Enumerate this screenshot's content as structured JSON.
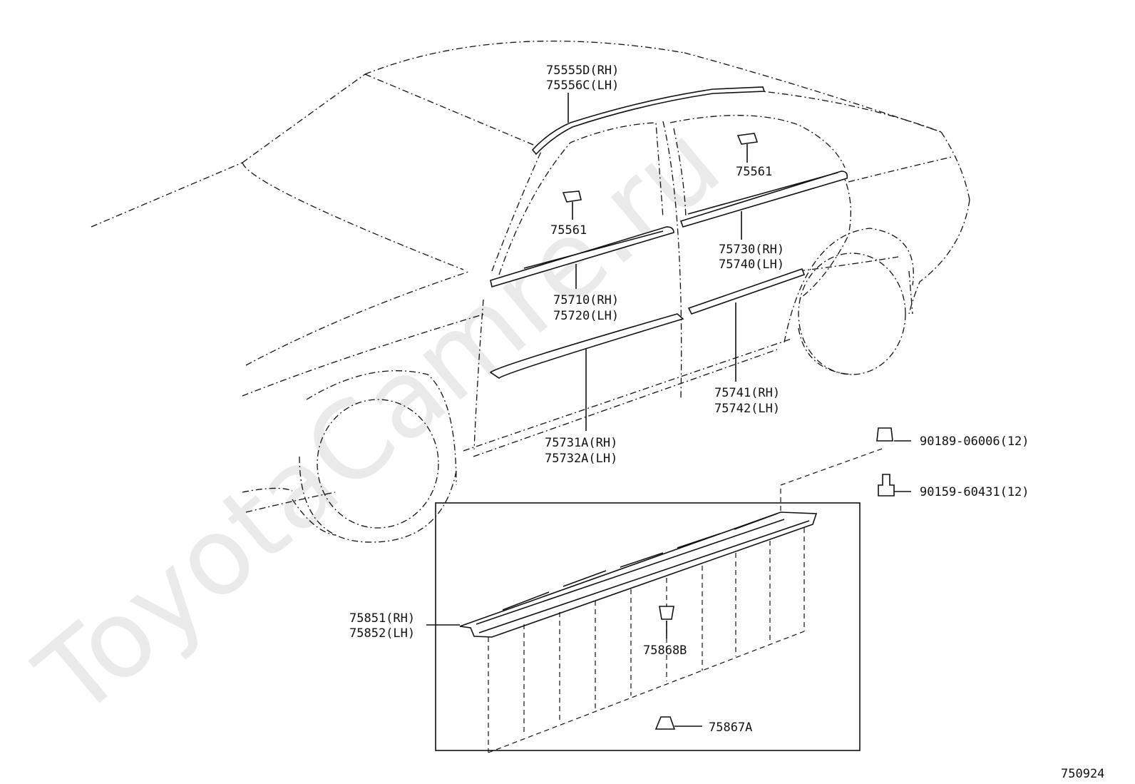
{
  "watermark": "ToyotaCamre.ru",
  "figure_code": "750924",
  "callouts": {
    "roof_molding_rh": "75555D(RH)",
    "roof_molding_lh": "75556C(LH)",
    "clip_front": "75561",
    "clip_rear": "75561",
    "front_belt_rh": "75710(RH)",
    "front_belt_lh": "75720(LH)",
    "rear_belt_rh": "75730(RH)",
    "rear_belt_lh": "75740(LH)",
    "front_side_rh": "75731A(RH)",
    "front_side_lh": "75732A(LH)",
    "rear_side_rh": "75741(RH)",
    "rear_side_lh": "75742(LH)",
    "nut": "90189-06006(12)",
    "screw": "90159-60431(12)",
    "rocker_rh": "75851(RH)",
    "rocker_lh": "75852(LH)",
    "clip_upper": "75868B",
    "clip_lower": "75867A"
  }
}
